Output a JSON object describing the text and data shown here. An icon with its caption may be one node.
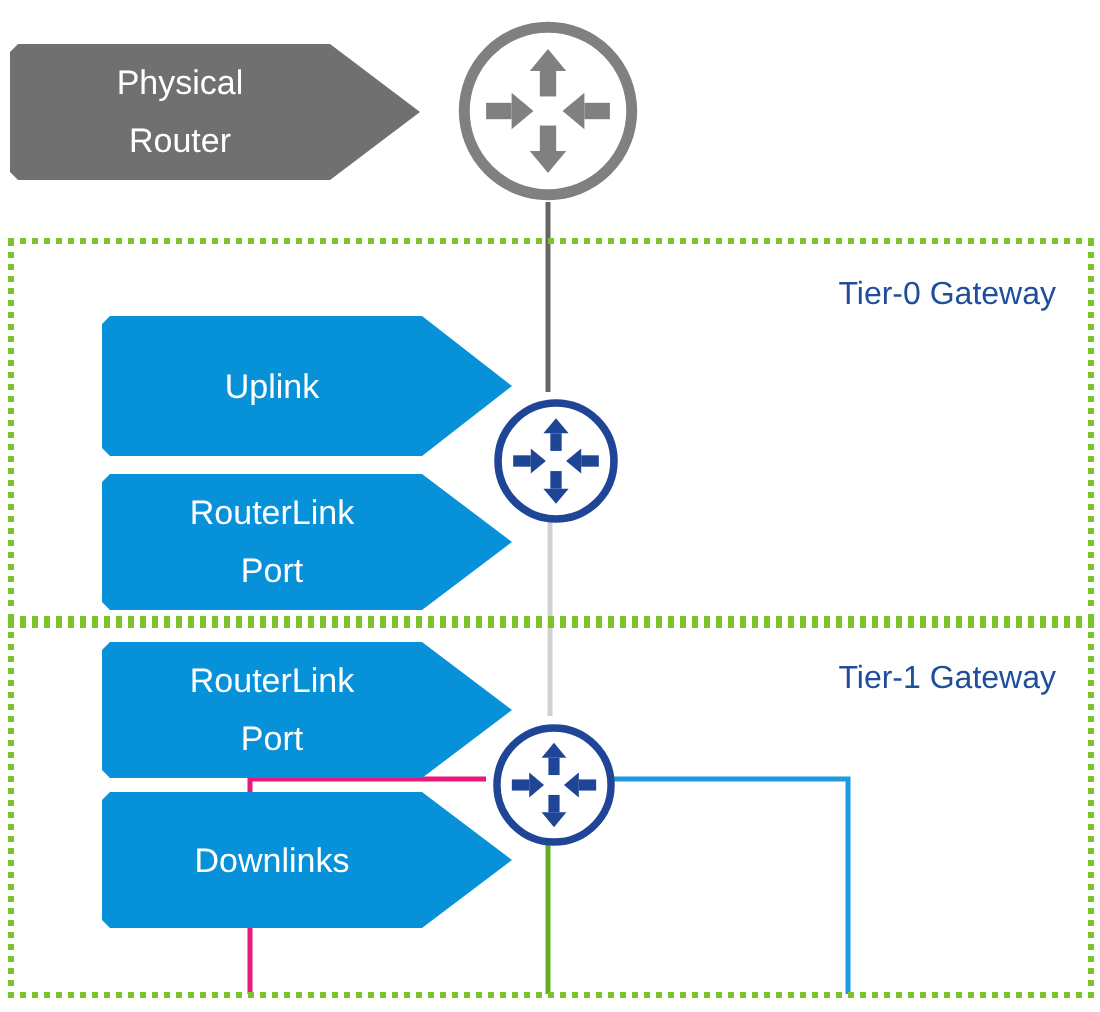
{
  "diagram": {
    "nodes": [
      {
        "text": [
          "Physical Router"
        ]
      },
      {
        "text": [],
        "shape": "circle"
      },
      {
        "text": [
          "Tier-0 Gateway"
        ]
      },
      {
        "text": [
          "Uplink"
        ],
        "in": 2
      },
      {
        "text": [
          "RouterLink Port"
        ],
        "in": 2
      },
      {
        "text": [],
        "shape": "circle",
        "in": 2
      },
      {
        "text": [
          "Tier-1 Gateway"
        ]
      },
      {
        "text": [
          "RouterLink Port"
        ],
        "in": 6
      },
      {
        "text": [
          "Downlinks"
        ],
        "in": 6
      },
      {
        "text": [],
        "shape": "circle",
        "in": 6
      }
    ],
    "edges": [
      {
        "from": 1,
        "to": 5,
        "arrow": "none",
        "color": "#666666"
      },
      {
        "from": 5,
        "to": 9,
        "arrow": "none",
        "color": "#d0d0d0"
      },
      {
        "from": 9,
        "to": null,
        "arrow": "none",
        "color": "#e8197c"
      },
      {
        "from": 9,
        "to": null,
        "arrow": "none",
        "color": "#62b01e"
      },
      {
        "from": 9,
        "to": null,
        "arrow": "none",
        "color": "#1d9be0"
      }
    ]
  }
}
